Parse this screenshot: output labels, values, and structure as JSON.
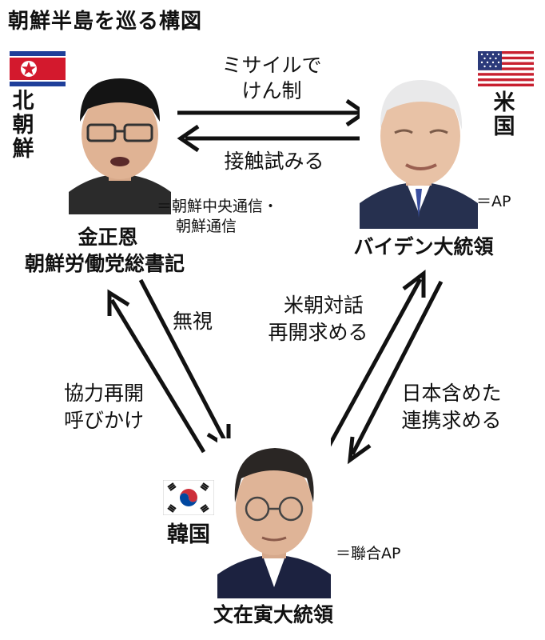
{
  "title": "朝鮮半島を巡る構図",
  "north_korea": {
    "country_label": "北朝鮮",
    "leader_name": "金正恩",
    "leader_title": "朝鮮労働党総書記",
    "photo_credit_1": "＝朝鮮中央通信・",
    "photo_credit_2": "朝鮮通信"
  },
  "usa": {
    "country_label": "米国",
    "leader_title": "バイデン大統領",
    "photo_credit": "＝AP"
  },
  "south_korea": {
    "country_label": "韓国",
    "leader_title": "文在寅大統領",
    "photo_credit": "＝聯合AP"
  },
  "relations": {
    "us_to_nk_1": "ミサイルで",
    "us_to_nk_2": "けん制",
    "us_to_nk_3": "接触試みる",
    "nk_to_sk": "無視",
    "sk_to_nk_1": "協力再開",
    "sk_to_nk_2": "呼びかけ",
    "sk_to_us_1": "米朝対話",
    "sk_to_us_2": "再開求める",
    "us_to_sk_1": "日本含めた",
    "us_to_sk_2": "連携求める"
  },
  "colors": {
    "nk_blue": "#1f3f9a",
    "nk_red": "#d3192d",
    "us_red": "#c8202f",
    "us_blue": "#2b3a7a",
    "kr_red": "#cd2e3a",
    "kr_blue": "#0047a0"
  }
}
